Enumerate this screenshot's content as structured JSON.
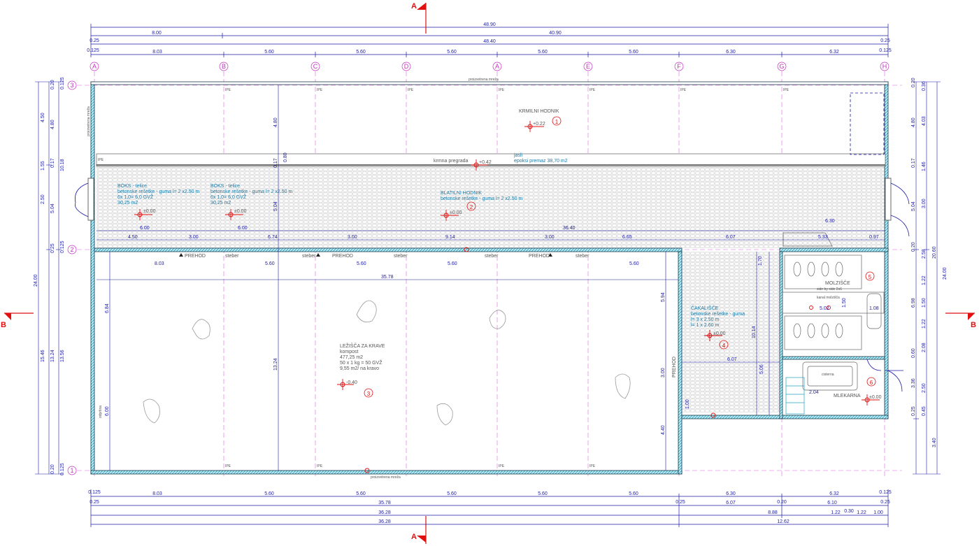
{
  "palette": {
    "wall": "#20a0c0",
    "dim": "#1a1aa8",
    "grid": "#e060e0",
    "marker": "#e01010",
    "grating": "#c8c8c8"
  },
  "top_dims": {
    "total": "48.90",
    "left": "8.00",
    "right": "40.90",
    "edge_l": "0.25",
    "edge_r": "0.25",
    "inner_total": "48.40",
    "offset_l": "0.125",
    "offset_r": "0.125",
    "bays": [
      "8.03",
      "5.60",
      "5.60",
      "5.60",
      "5.60",
      "5.60",
      "6.30",
      "6.32"
    ]
  },
  "bottom_dims": {
    "offset_l": "0.125",
    "offset_r": "0.125",
    "bays": [
      "8.03",
      "5.60",
      "5.60",
      "5.60",
      "5.60",
      "5.60",
      "6.30",
      "6.32"
    ],
    "edge_l": "0.25",
    "mid": "35.78",
    "s025": "0.25",
    "s607": "6.07",
    "s020": "0.20",
    "s610": "6.10",
    "edge_r": "0.25",
    "l1": "36.28",
    "r888": "8.88",
    "r122a": "1.22",
    "r030": "0.30",
    "r122b": "1.22",
    "r100": "1.00",
    "l2": "36.28",
    "r1262": "12.62"
  },
  "grid_cols": [
    "A",
    "B",
    "C",
    "D",
    "A",
    "E",
    "F",
    "G",
    "H"
  ],
  "grid_rows": [
    "3",
    "2",
    "1"
  ],
  "left_dims": {
    "a1": "4.50",
    "a2": "1.55",
    "a3": "2.50",
    "b1": "4.80",
    "b2": "0.17",
    "b3": "5.04",
    "c1": "10.18",
    "d": "24.00",
    "e1": "0.20",
    "e2": "0.125",
    "f1": "0.25",
    "f2": "0.125",
    "g1": "15.46",
    "g2": "13.24",
    "g3": "13.56",
    "h1": "0.20",
    "h2": "0.125"
  },
  "right_dims": {
    "a1": "0.20",
    "a2": "0.36",
    "b1": "4.80",
    "b2": "4.03",
    "c1": "0.17",
    "c2": "1.46",
    "d1": "5.04",
    "d2": "3.00",
    "e1": "0.20",
    "e2": "2.58",
    "f": "20.60",
    "g": "24.00",
    "h1": "1.22",
    "h2": "6.98",
    "h3": "1.50",
    "h4": "1.22",
    "h5": "2.08",
    "i1": "0.60",
    "i2": "3.36",
    "i3": "2.50",
    "j1": "0.25",
    "j2": "0.45",
    "k": "3.40"
  },
  "sections": {
    "a_top": "A",
    "a_bottom": "A",
    "b_left": "B",
    "b_right": "B"
  },
  "rooms": {
    "feeding": {
      "name": "KRMILNI HODNIK",
      "level": "+0.22",
      "num": "1"
    },
    "barrier": {
      "name": "krmna pregrada",
      "level": "+0.42"
    },
    "manger": {
      "line1": "jasli",
      "line2": "epoksi premaz   38,70 m2"
    },
    "box1": {
      "line1": "BOKS - telice",
      "line2": "betonske rešetke - guma l= 2 x2.50 m",
      "line3": "6x 1,0= 6,0 GVŽ",
      "line4": "30,25 m2",
      "level": "±0.00"
    },
    "box2": {
      "line1": "BOKS - telice",
      "line2": "betonske rešetke - guma l= 2 x2.50 m",
      "line3": "6x 1,0= 6,0 GVŽ",
      "line4": "30,25 m2",
      "level": "±0.00"
    },
    "mud": {
      "name": "BLATILNI HODNIK",
      "line2": "betonske rešetke - guma l= 2 x2.50 m",
      "level": "±0.00",
      "num": "2"
    },
    "beds": {
      "name": "LEŽIŠČA ZA KRAVE",
      "line2": "kompost",
      "line3": "477,25 m2",
      "line4": "50  x 1 kg =  50 GVŽ",
      "line5": "9,55 m2/ na kravo",
      "level": "-0.40",
      "num": "3"
    },
    "waiting": {
      "name": "ČAKALIŠČE",
      "line2": "betonske rešetke - guma",
      "line3": "l= 3 x 2.50 m",
      "line4": "l= 1 x 2.60 m",
      "level": "±0.00",
      "num": "4"
    },
    "milking": {
      "name": "MOLZIŠČE",
      "line2": "side by side 2x6",
      "line3": "kanal molzišča",
      "num": "5"
    },
    "dairy": {
      "name": "MLEKARNA",
      "line2": "cisterna",
      "level": "±0.00",
      "num": "6"
    }
  },
  "labels": {
    "prehod": "PREHOD",
    "steber": "steber",
    "ipe": "IPE",
    "proj_top": "proizvetrena mreža",
    "proj_bottom": "proizvetrena mreža",
    "proj_left": "proizvetrena mreža",
    "odprtina": "odprtina",
    "prehod_v": "PREHOD"
  },
  "inner_dims": {
    "d600a": "6.00",
    "d600b": "6.00",
    "d3640": "36.40",
    "d450": "4.50",
    "d300a": "3.00",
    "d674": "6.74",
    "d300b": "3.00",
    "d914": "9.14",
    "d300c": "3.00",
    "d665": "6.65",
    "d607a": "6.07",
    "d533": "5.33",
    "d097": "0.97",
    "d630": "6.30",
    "d3578": "35.78",
    "d803": "8.03",
    "d560a": "5.60",
    "d560b": "5.60",
    "d560c": "5.60",
    "d560d": "5.60",
    "v480": "4.80",
    "v080": "0.80",
    "v017": "0.17",
    "v504": "5.04",
    "v684": "6.84",
    "v1324": "13.24",
    "v600": "6.00",
    "v594": "5.94",
    "v300": "3.00",
    "v440": "4.40",
    "v100": "1.00",
    "v170": "1.70",
    "v1014": "10.14",
    "v506": "5.06",
    "d607b": "6.07",
    "d502": "5.02",
    "d108": "1.08",
    "d150": "1.50",
    "d204": "2.04"
  }
}
